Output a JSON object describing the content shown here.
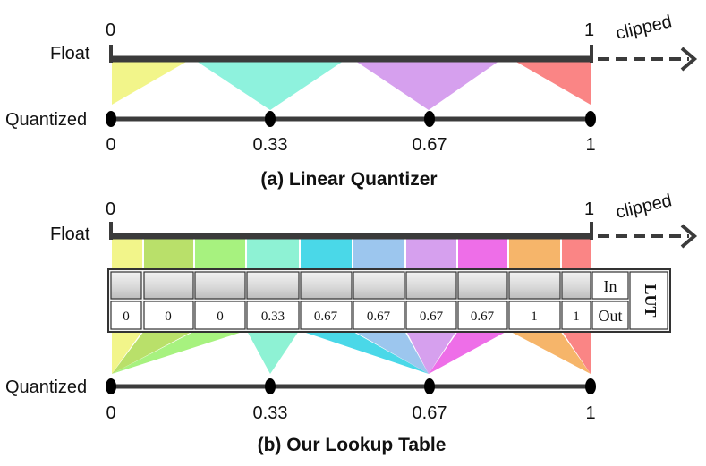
{
  "panel_a": {
    "caption": "(a) Linear Quantizer",
    "float_label": "Float",
    "quantized_label": "Quantized",
    "float_tick_start": "0",
    "float_tick_end": "1",
    "clipped_label": "clipped",
    "quantized_ticks": [
      "0",
      "0.33",
      "0.67",
      "1"
    ],
    "bin_colors": [
      "#f2f58a",
      "#8ef2dd",
      "#d6a0ee",
      "#fa8585"
    ]
  },
  "panel_b": {
    "caption": "(b) Our Lookup Table",
    "float_label": "Float",
    "quantized_label": "Quantized",
    "float_tick_start": "0",
    "float_tick_end": "1",
    "clipped_label": "clipped",
    "quantized_ticks": [
      "0",
      "0.33",
      "0.67",
      "1"
    ],
    "in_label": "In",
    "out_label": "Out",
    "lut_label": "LUT",
    "lut_outputs": [
      "0",
      "0",
      "0",
      "0.33",
      "0.67",
      "0.67",
      "0.67",
      "0.67",
      "1",
      "1"
    ],
    "bin_colors": [
      "#f2f58a",
      "#b9e06a",
      "#a7f27f",
      "#8ef2d4",
      "#4ad8e8",
      "#9cc6ee",
      "#d6a0ee",
      "#ee6ee8",
      "#f6b56a",
      "#fa8585"
    ]
  }
}
